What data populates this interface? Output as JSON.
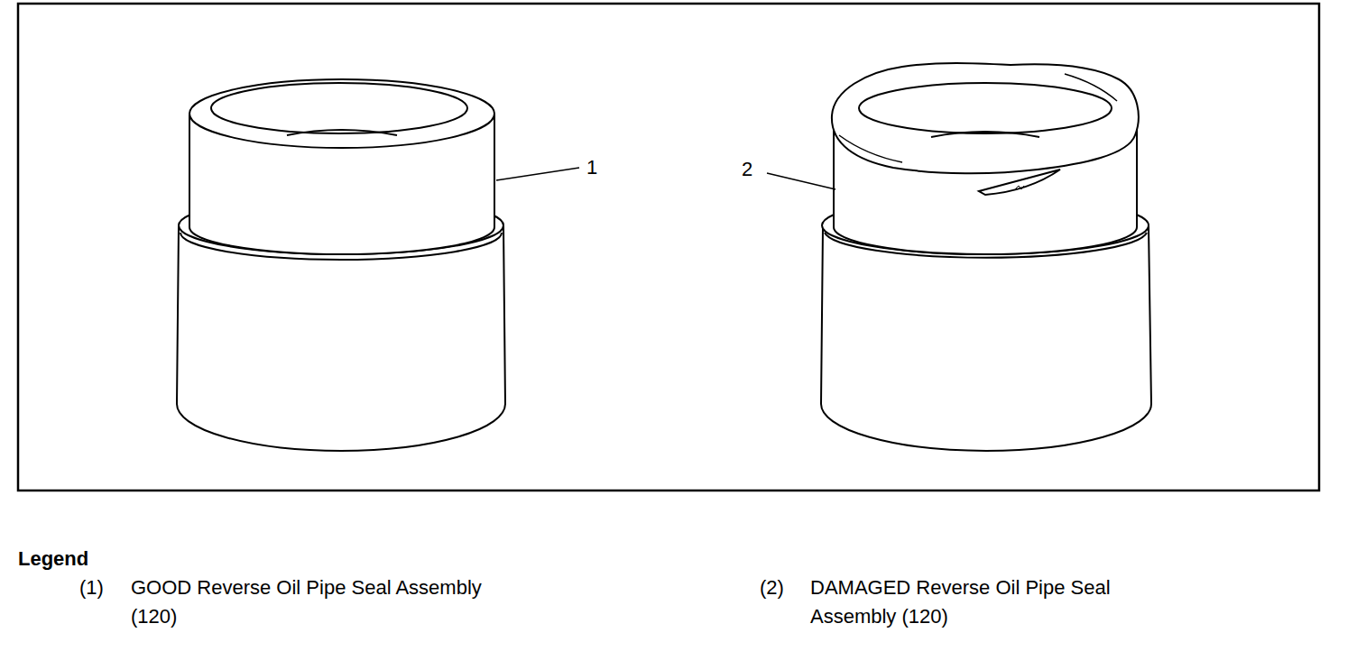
{
  "diagram": {
    "labels": [
      "1",
      "2",
      "Legend",
      "(1)",
      "(2)"
    ],
    "legend": [
      {
        "text": "GOOD Reverse Oil Pipe Seal Assembly (120)"
      },
      {
        "text": "DAMAGED Reverse Oil Pipe Seal Assembly (120)"
      }
    ]
  }
}
